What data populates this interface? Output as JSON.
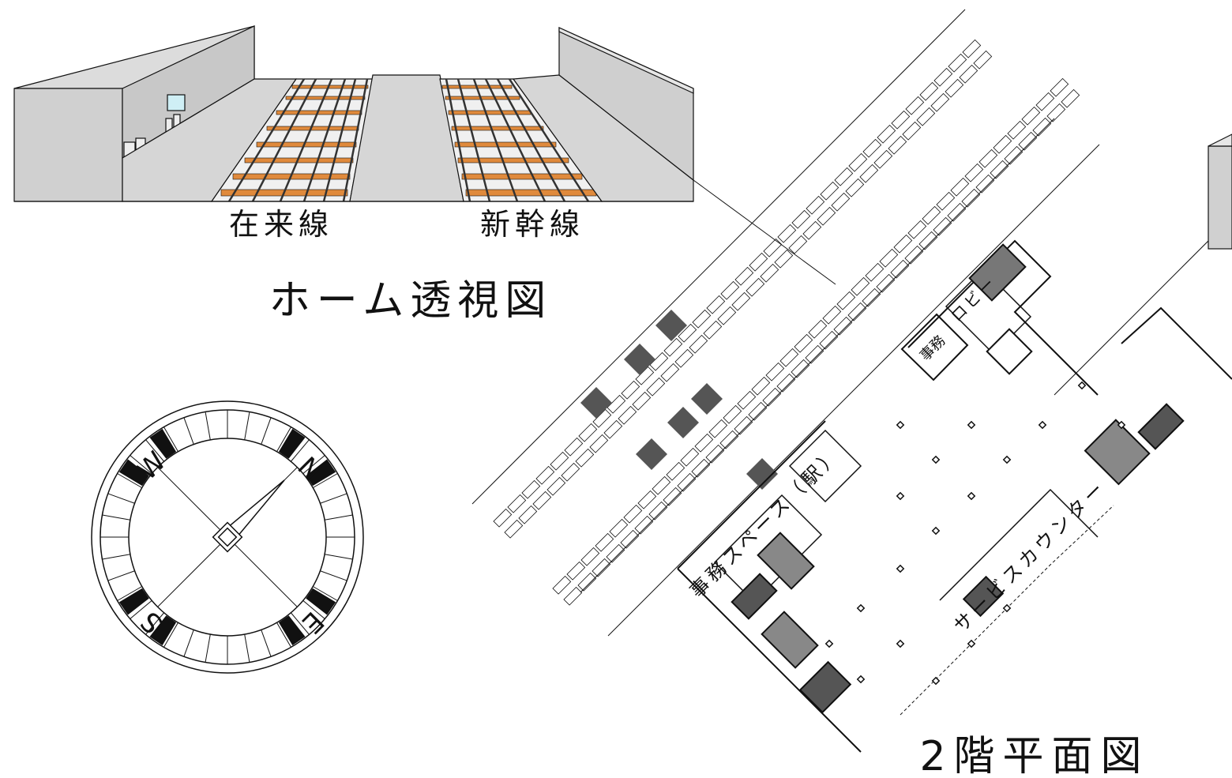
{
  "perspective": {
    "conventional_label": "在来線",
    "shinkansen_label": "新幹線",
    "title": "ホーム透視図"
  },
  "compass": {
    "letters": {
      "north": "N",
      "east": "E",
      "south": "S",
      "west": "W"
    },
    "needle_direction": "north-east"
  },
  "plan": {
    "title": "2階平面図",
    "rooms": {
      "office_small": "事務",
      "lobby": "ロビー",
      "station_office": "事務スペース（駅）",
      "service_counter": "サービスカウンター"
    }
  },
  "colors": {
    "sleeper": "#e08a3c",
    "platform": "#d6d6d6",
    "line": "#111111",
    "window": "#cfeff5"
  }
}
